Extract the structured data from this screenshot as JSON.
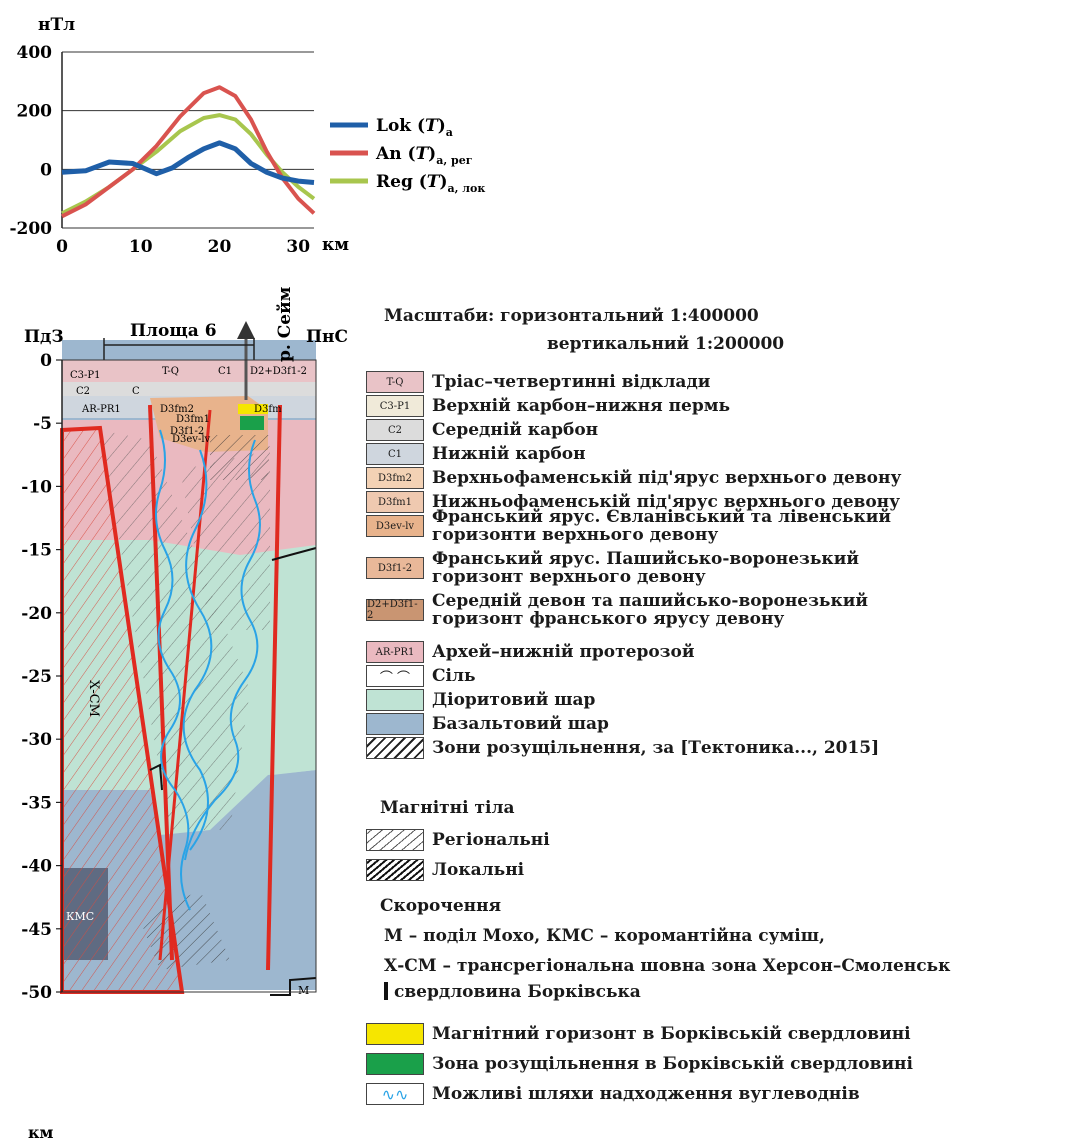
{
  "chart_data": {
    "type": "line",
    "ylabel": "нТл",
    "xlabel": "км",
    "xlim": [
      0,
      32
    ],
    "ylim": [
      -200,
      400
    ],
    "x_ticks": [
      "0",
      "10",
      "20",
      "30"
    ],
    "y_ticks": [
      "400",
      "200",
      "0",
      "-200"
    ],
    "grid": true,
    "legend_position": "right",
    "series": [
      {
        "name": "Lok (T)a",
        "color": "#1f5fa8",
        "x": [
          0,
          3,
          6,
          9,
          12,
          14,
          16,
          18,
          20,
          22,
          24,
          26,
          28,
          30,
          32
        ],
        "values": [
          -10,
          -5,
          25,
          20,
          -15,
          5,
          40,
          70,
          90,
          70,
          20,
          -10,
          -30,
          -40,
          -45
        ]
      },
      {
        "name": "An (T)a, рег",
        "color": "#d9534f",
        "x": [
          0,
          3,
          6,
          9,
          12,
          15,
          18,
          20,
          22,
          24,
          26,
          28,
          30,
          32
        ],
        "values": [
          -160,
          -120,
          -60,
          0,
          80,
          180,
          260,
          280,
          250,
          170,
          60,
          -30,
          -100,
          -150
        ]
      },
      {
        "name": "Reg (T)a, лок",
        "color": "#a8c64e",
        "x": [
          0,
          3,
          6,
          9,
          12,
          15,
          18,
          20,
          22,
          24,
          26,
          28,
          30,
          32
        ],
        "values": [
          -150,
          -110,
          -60,
          0,
          60,
          130,
          175,
          185,
          170,
          120,
          50,
          -10,
          -60,
          -100
        ]
      }
    ],
    "legend_labels": [
      {
        "main": "Lok (",
        "ital": "T",
        "close": ")",
        "sub": "a"
      },
      {
        "main": "An (",
        "ital": "T",
        "close": ")",
        "sub": "a, рег"
      },
      {
        "main": "Reg (",
        "ital": "T",
        "close": ")",
        "sub": "a, лок"
      }
    ]
  },
  "section": {
    "left_label": "ПдЗ",
    "right_label": "ПнС",
    "area_label": "Площа 6",
    "river_label": "р. Сейм",
    "depth_ticks": [
      "0",
      "-5",
      "-10",
      "-15",
      "-20",
      "-25",
      "-30",
      "-35",
      "-40",
      "-45",
      "-50"
    ],
    "depth_unit": "км",
    "unit_labels": [
      "C3-P1",
      "T-Q",
      "C1",
      "D2+D3f1-2",
      "C2",
      "C",
      "AR-PR1",
      "D3fm2",
      "D3fm1",
      "D3f1-2",
      "D3ev-lv",
      "D3fm"
    ],
    "zone_labels": [
      "Х-СМ",
      "КМС",
      "М"
    ]
  },
  "scale": {
    "line1": "Масштаби: горизонтальний 1:400000",
    "line2": "вертикальний 1:200000"
  },
  "legend": {
    "units": [
      {
        "code": "T-Q",
        "color": "#e9c3c7",
        "label": "Тріас–четвертинні відклади"
      },
      {
        "code": "C3-P1",
        "color": "#f0ead9",
        "label": "Верхній карбон–нижня пермь"
      },
      {
        "code": "C2",
        "color": "#dcdcdc",
        "label": "Середній карбон"
      },
      {
        "code": "C1",
        "color": "#cfd6de",
        "label": "Нижній карбон"
      },
      {
        "code": "D3fm2",
        "color": "#f3d2b5",
        "label": "Верхньофаменській під'ярус верхнього девону"
      },
      {
        "code": "D3fm1",
        "color": "#efc9b0",
        "label": "Нижньофаменській під'ярус верхнього девону"
      },
      {
        "code": "D3ev-lv",
        "color": "#e8b38c",
        "label": "Франський ярус. Євланівський та лівенський\nгоризонти верхнього девону"
      },
      {
        "code": "D3f1-2",
        "color": "#e9b899",
        "label": "Франський ярус. Пашийсько-воронезький\nгоризонт верхнього девону"
      },
      {
        "code": "D2+D3f1-2",
        "color": "#c99572",
        "label": "Середній девон та пашийсько-воронезький\nгоризонт франського ярусу  девону"
      },
      {
        "code": "AR-PR1",
        "color": "#eab9c0",
        "label": "Архей–нижній протерозой"
      },
      {
        "code": "",
        "color": "#ffffff",
        "label": "Сіль"
      },
      {
        "code": "",
        "color": "#bfe3d4",
        "label": "Діоритовий шар"
      },
      {
        "code": "",
        "color": "#9db7cf",
        "label": "Базальтовий шар"
      },
      {
        "code": "",
        "color": "#ffffff",
        "label": "Зони розущільнення, за [Тектоника..., 2015]"
      }
    ],
    "magnetic_title": "Магнітні тіла",
    "magnetic": [
      "Регіональні",
      "Локальні"
    ],
    "abbrev_title": "Скорочення",
    "abbrev_lines": [
      "М – поділ Мохо, КМС – коромантійна суміш,",
      "Х-СМ – трансрегіональна шовна зона Херсон–Смоленськ",
      "свердловина Борківська"
    ],
    "extra": [
      {
        "color": "#f6e600",
        "label": "Магнітний горизонт в Борківській свердловині"
      },
      {
        "color": "#1aa04a",
        "label": "Зона розущільнення в Борківській свердловині"
      },
      {
        "color": "#ffffff",
        "label": "Можливі шляхи надходження вуглеводнів"
      }
    ]
  }
}
